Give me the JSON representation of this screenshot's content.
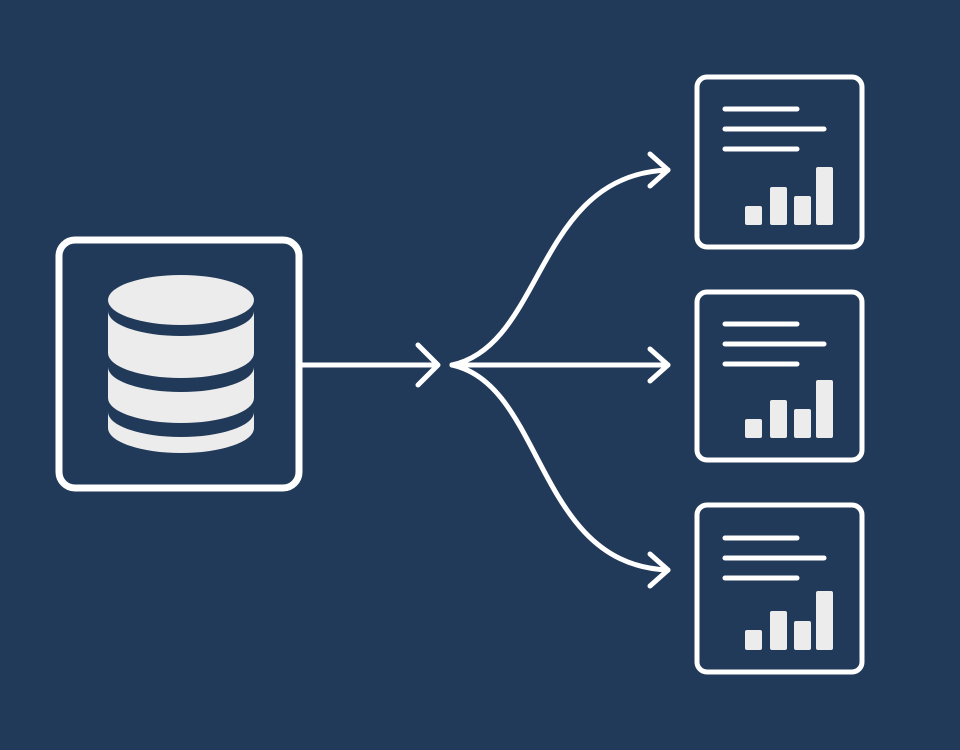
{
  "colors": {
    "background": "#223a59",
    "foreground": "#ffffff",
    "icon_fill": "#ececec"
  },
  "diagram": {
    "source": {
      "icon": "database-icon"
    },
    "flow": {
      "type": "fan-out",
      "arrow_icon": "arrow-right-icon",
      "target_count": 3
    },
    "targets": [
      {
        "icon": "report-document-icon",
        "bars": [
          1,
          2,
          1.5,
          3
        ]
      },
      {
        "icon": "report-document-icon",
        "bars": [
          1,
          2,
          1.5,
          3
        ]
      },
      {
        "icon": "report-document-icon",
        "bars": [
          1,
          2,
          1.5,
          3
        ]
      }
    ]
  }
}
